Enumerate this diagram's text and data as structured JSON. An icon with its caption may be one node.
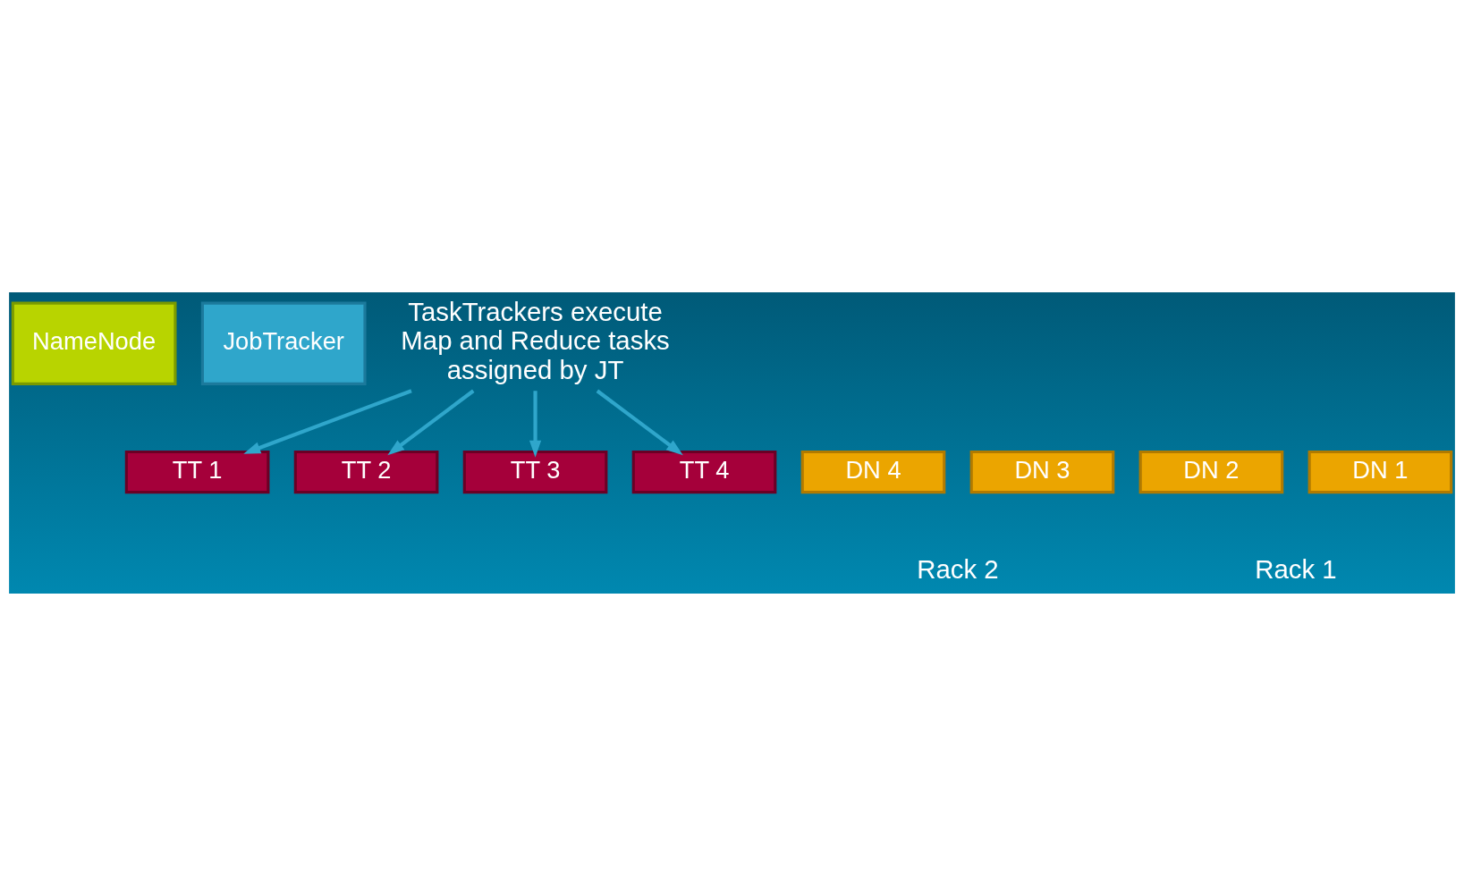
{
  "diagram": {
    "nodes": [
      {
        "text": [
          "NameNode"
        ]
      },
      {
        "text": [
          "JobTracker"
        ]
      },
      {
        "text": [
          "TaskTrackers execute Map and Reduce tasks assigned by JT"
        ]
      },
      {
        "text": [
          "TT 1"
        ]
      },
      {
        "text": [
          "DN 1"
        ]
      },
      {
        "text": [
          "TT 2"
        ]
      },
      {
        "text": [
          "DN 2"
        ]
      },
      {
        "text": [
          "TT 3"
        ]
      },
      {
        "text": [
          "DN 3"
        ]
      },
      {
        "text": [
          "TT 4"
        ]
      },
      {
        "text": [
          "DN 4"
        ]
      }
    ],
    "edges": [
      {
        "from": 2,
        "to": 3,
        "arrow": "to"
      },
      {
        "from": 2,
        "to": 5,
        "arrow": "to"
      },
      {
        "from": 2,
        "to": 7,
        "arrow": "to"
      },
      {
        "from": 2,
        "to": 9,
        "arrow": "to"
      }
    ],
    "labels": [
      "Rack 1",
      "Rack 2"
    ]
  }
}
